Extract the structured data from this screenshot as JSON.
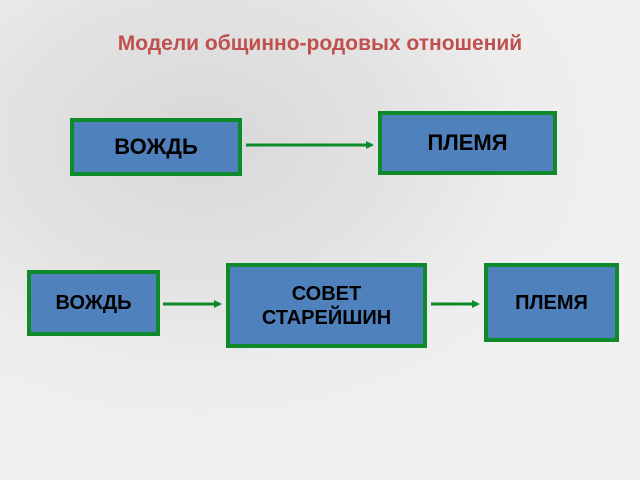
{
  "title": "Модели общинно-родовых отношений",
  "model1": {
    "leader": "ВОЖДЬ",
    "tribe": "ПЛЕМЯ"
  },
  "model2": {
    "leader": "ВОЖДЬ",
    "council_line1": "СОВЕТ",
    "council_line2": "СТАРЕЙШИН",
    "tribe": "ПЛЕМЯ"
  },
  "colors": {
    "title": "#c0504d",
    "box_fill": "#4f81bd",
    "box_border": "#0f8a2a",
    "arrow": "#0f8a2a"
  }
}
